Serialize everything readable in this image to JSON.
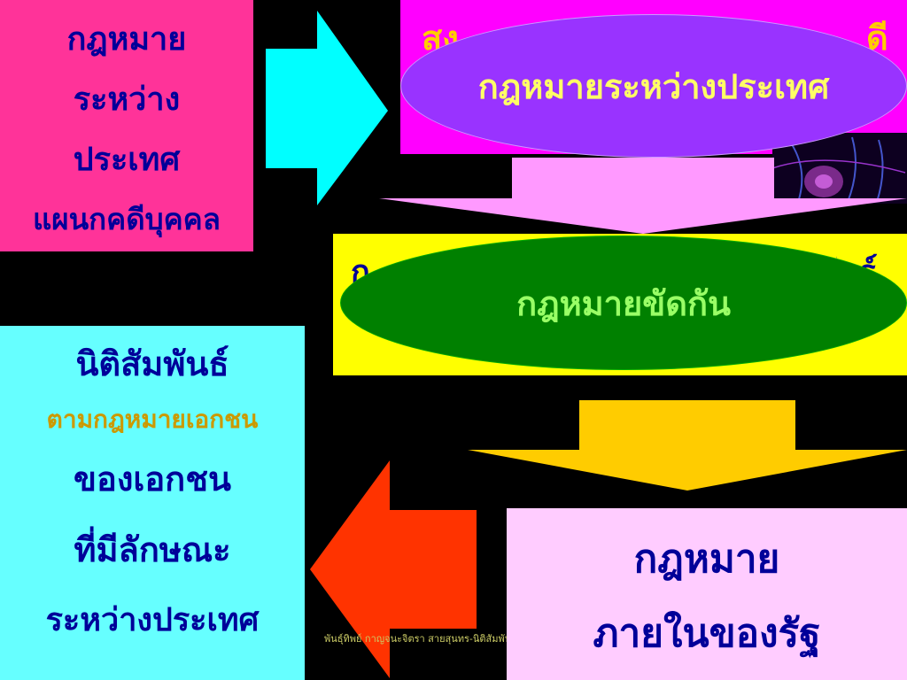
{
  "slide": {
    "background": "#000000",
    "top_left_box": {
      "lines": [
        "กฎหมาย",
        "ระหว่าง",
        "ประเทศ",
        "แผนกคดีบุคคล"
      ],
      "bg": "#ff3399",
      "color": "#000099"
    },
    "top_right_box": {
      "partial_text_left": "สง",
      "partial_text_right": "ดี",
      "bg": "#ff00ff",
      "color": "#ffcc00"
    },
    "ellipse_international": {
      "label": "กฎหมายระหว่างประเทศ",
      "bg": "#9933ff",
      "color": "#ffff66"
    },
    "yellow_box": {
      "partial_text_left": "ก",
      "partial_text_right": "ันธ์",
      "bg": "#ffff00",
      "color": "#000099"
    },
    "ellipse_conflict": {
      "label": "กฎหมายขัดกัน",
      "bg": "#008000",
      "color": "#99ff66"
    },
    "left_cyan_box": {
      "line1": "นิติสัมพันธ์",
      "line2": "ตามกฎหมายเอกชน",
      "line3": "ของเอกชน",
      "line4": "ที่มีลักษณะ",
      "line5": "ระหว่างประเทศ",
      "bg": "#66ffff",
      "color_main": "#000099",
      "color_sub": "#cc9900"
    },
    "bottom_right_box": {
      "lines": [
        "กฎหมาย",
        "ภายในของรัฐ"
      ],
      "bg": "#ffccff",
      "color": "#000099"
    },
    "footer": {
      "text": "พันธุ์ทิพย์ กาญจนะจิตรา สายสุนทร-นิติสัมพันธ์ตามกฎหมาย",
      "color": "#cccc66"
    },
    "arrows": {
      "cyan_right": "#00ffff",
      "pink_down": "#ff99ff",
      "orange_down": "#ffcc00",
      "red_left": "#ff3300"
    }
  }
}
